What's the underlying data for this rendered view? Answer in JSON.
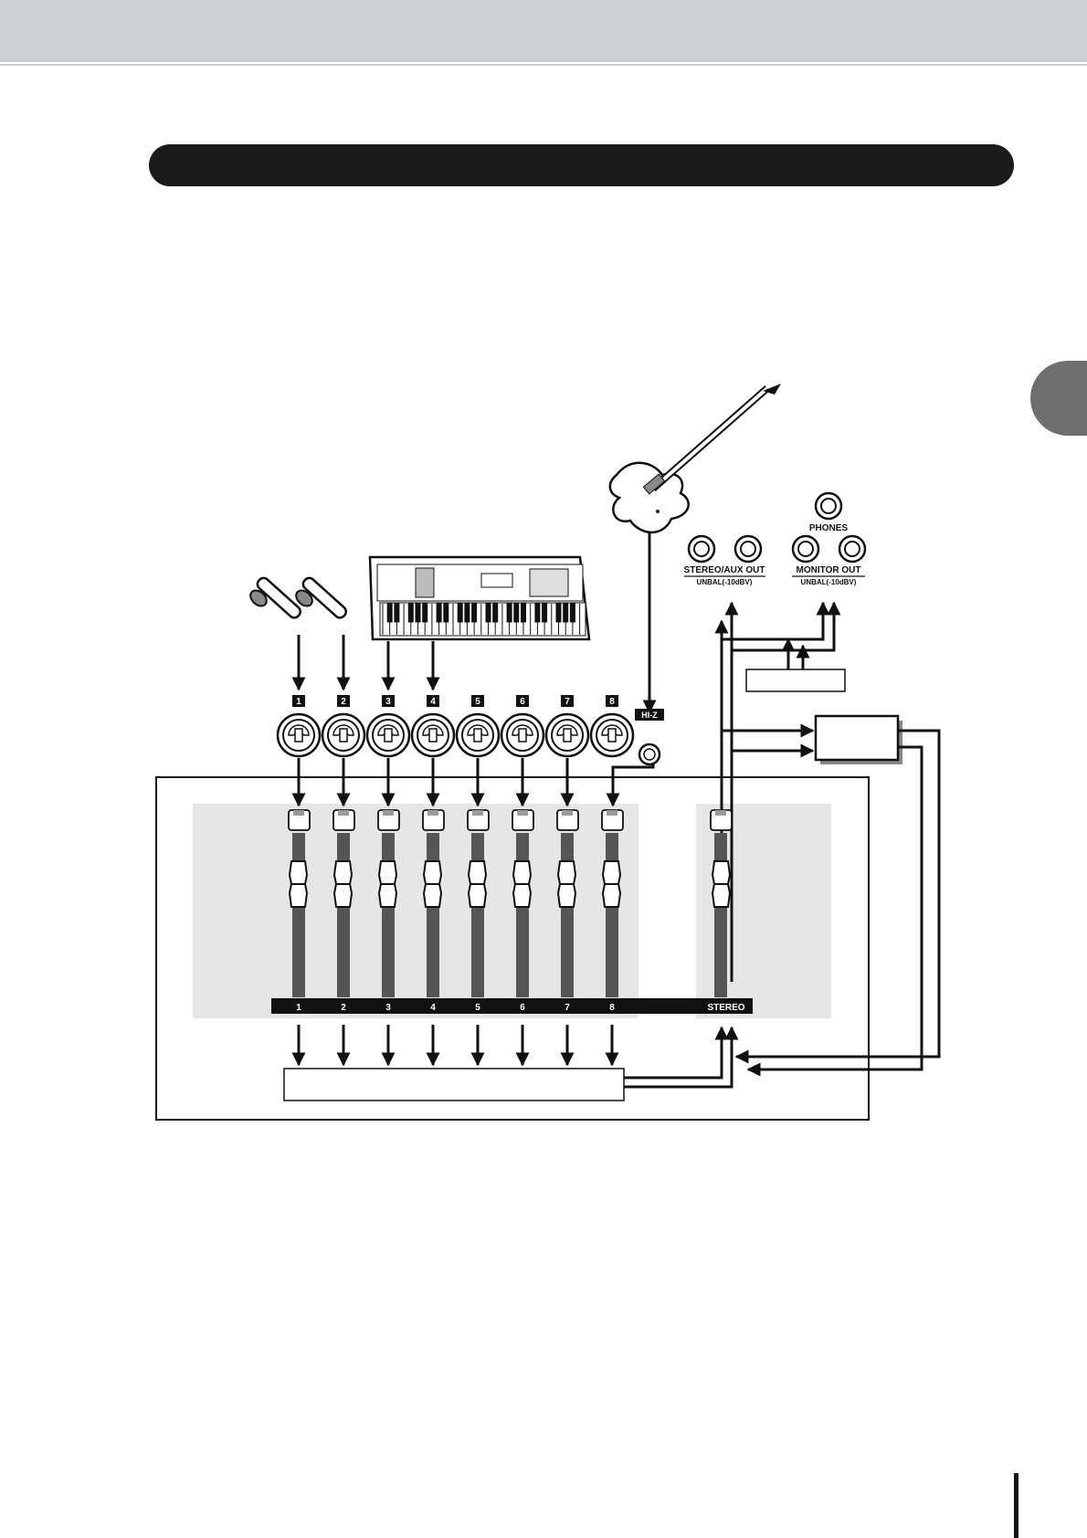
{
  "jack_badges": [
    "1",
    "2",
    "3",
    "4",
    "5",
    "6",
    "7",
    "8"
  ],
  "hiz_label": "HI-Z",
  "phones_label": "PHONES",
  "stereo_aux_out_label": "STEREO/AUX OUT",
  "stereo_aux_out_sub": "UNBAL(-10dBV)",
  "monitor_out_label": "MONITOR OUT",
  "monitor_out_sub": "UNBAL(-10dBV)",
  "channel_labels": [
    "1",
    "2",
    "3",
    "4",
    "5",
    "6",
    "7",
    "8"
  ],
  "stereo_label": "STEREO"
}
